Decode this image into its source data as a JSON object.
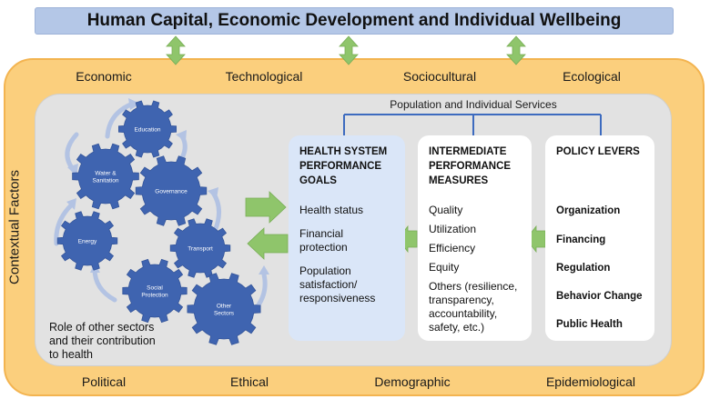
{
  "title": "Human Capital, Economic Development and Individual Wellbeing",
  "top_factors": [
    "Economic",
    "Technological",
    "Sociocultural",
    "Ecological"
  ],
  "bottom_factors": [
    "Political",
    "Ethical",
    "Demographic",
    "Epidemiological"
  ],
  "side_label": "Contextual Factors",
  "services_label": "Population and Individual Services",
  "health_box": {
    "title_lines": [
      "HEALTH SYSTEM",
      "PERFORMANCE",
      "GOALS"
    ],
    "items": [
      [
        "Health status"
      ],
      [
        "Financial",
        "protection"
      ],
      [
        "Population",
        "satisfaction/",
        "responsiveness"
      ]
    ]
  },
  "intermediate_box": {
    "title_lines": [
      "INTERMEDIATE",
      "PERFORMANCE",
      "MEASURES"
    ],
    "items": [
      [
        "Quality"
      ],
      [
        "Utilization"
      ],
      [
        "Efficiency"
      ],
      [
        "Equity"
      ],
      [
        "Others (resilience,",
        "transparency,",
        "accountability,",
        "safety, etc.)"
      ]
    ]
  },
  "levers_box": {
    "title_lines": [
      "POLICY LEVERS"
    ],
    "items": [
      "Organization",
      "Financing",
      "Regulation",
      "Behavior Change",
      "Public Health"
    ]
  },
  "gears": [
    {
      "lines": [
        "Education"
      ]
    },
    {
      "lines": [
        "Water &",
        "Sanitation"
      ]
    },
    {
      "lines": [
        "Governance"
      ]
    },
    {
      "lines": [
        "Energy"
      ]
    },
    {
      "lines": [
        "Transport"
      ]
    },
    {
      "lines": [
        "Social",
        "Protection"
      ]
    },
    {
      "lines": [
        "Other",
        "Sectors"
      ]
    }
  ],
  "sectors_caption_lines": [
    "Role of other sectors",
    "and their contribution",
    "to health"
  ],
  "colors": {
    "banner": "#b4c7e7",
    "frame": "#fbcf7d",
    "panel": "#e2e2e2",
    "gear": "#3f64b0",
    "arrow": "#8fc56b",
    "health_box": "#dae6f8",
    "connector": "#3d6bbf"
  }
}
